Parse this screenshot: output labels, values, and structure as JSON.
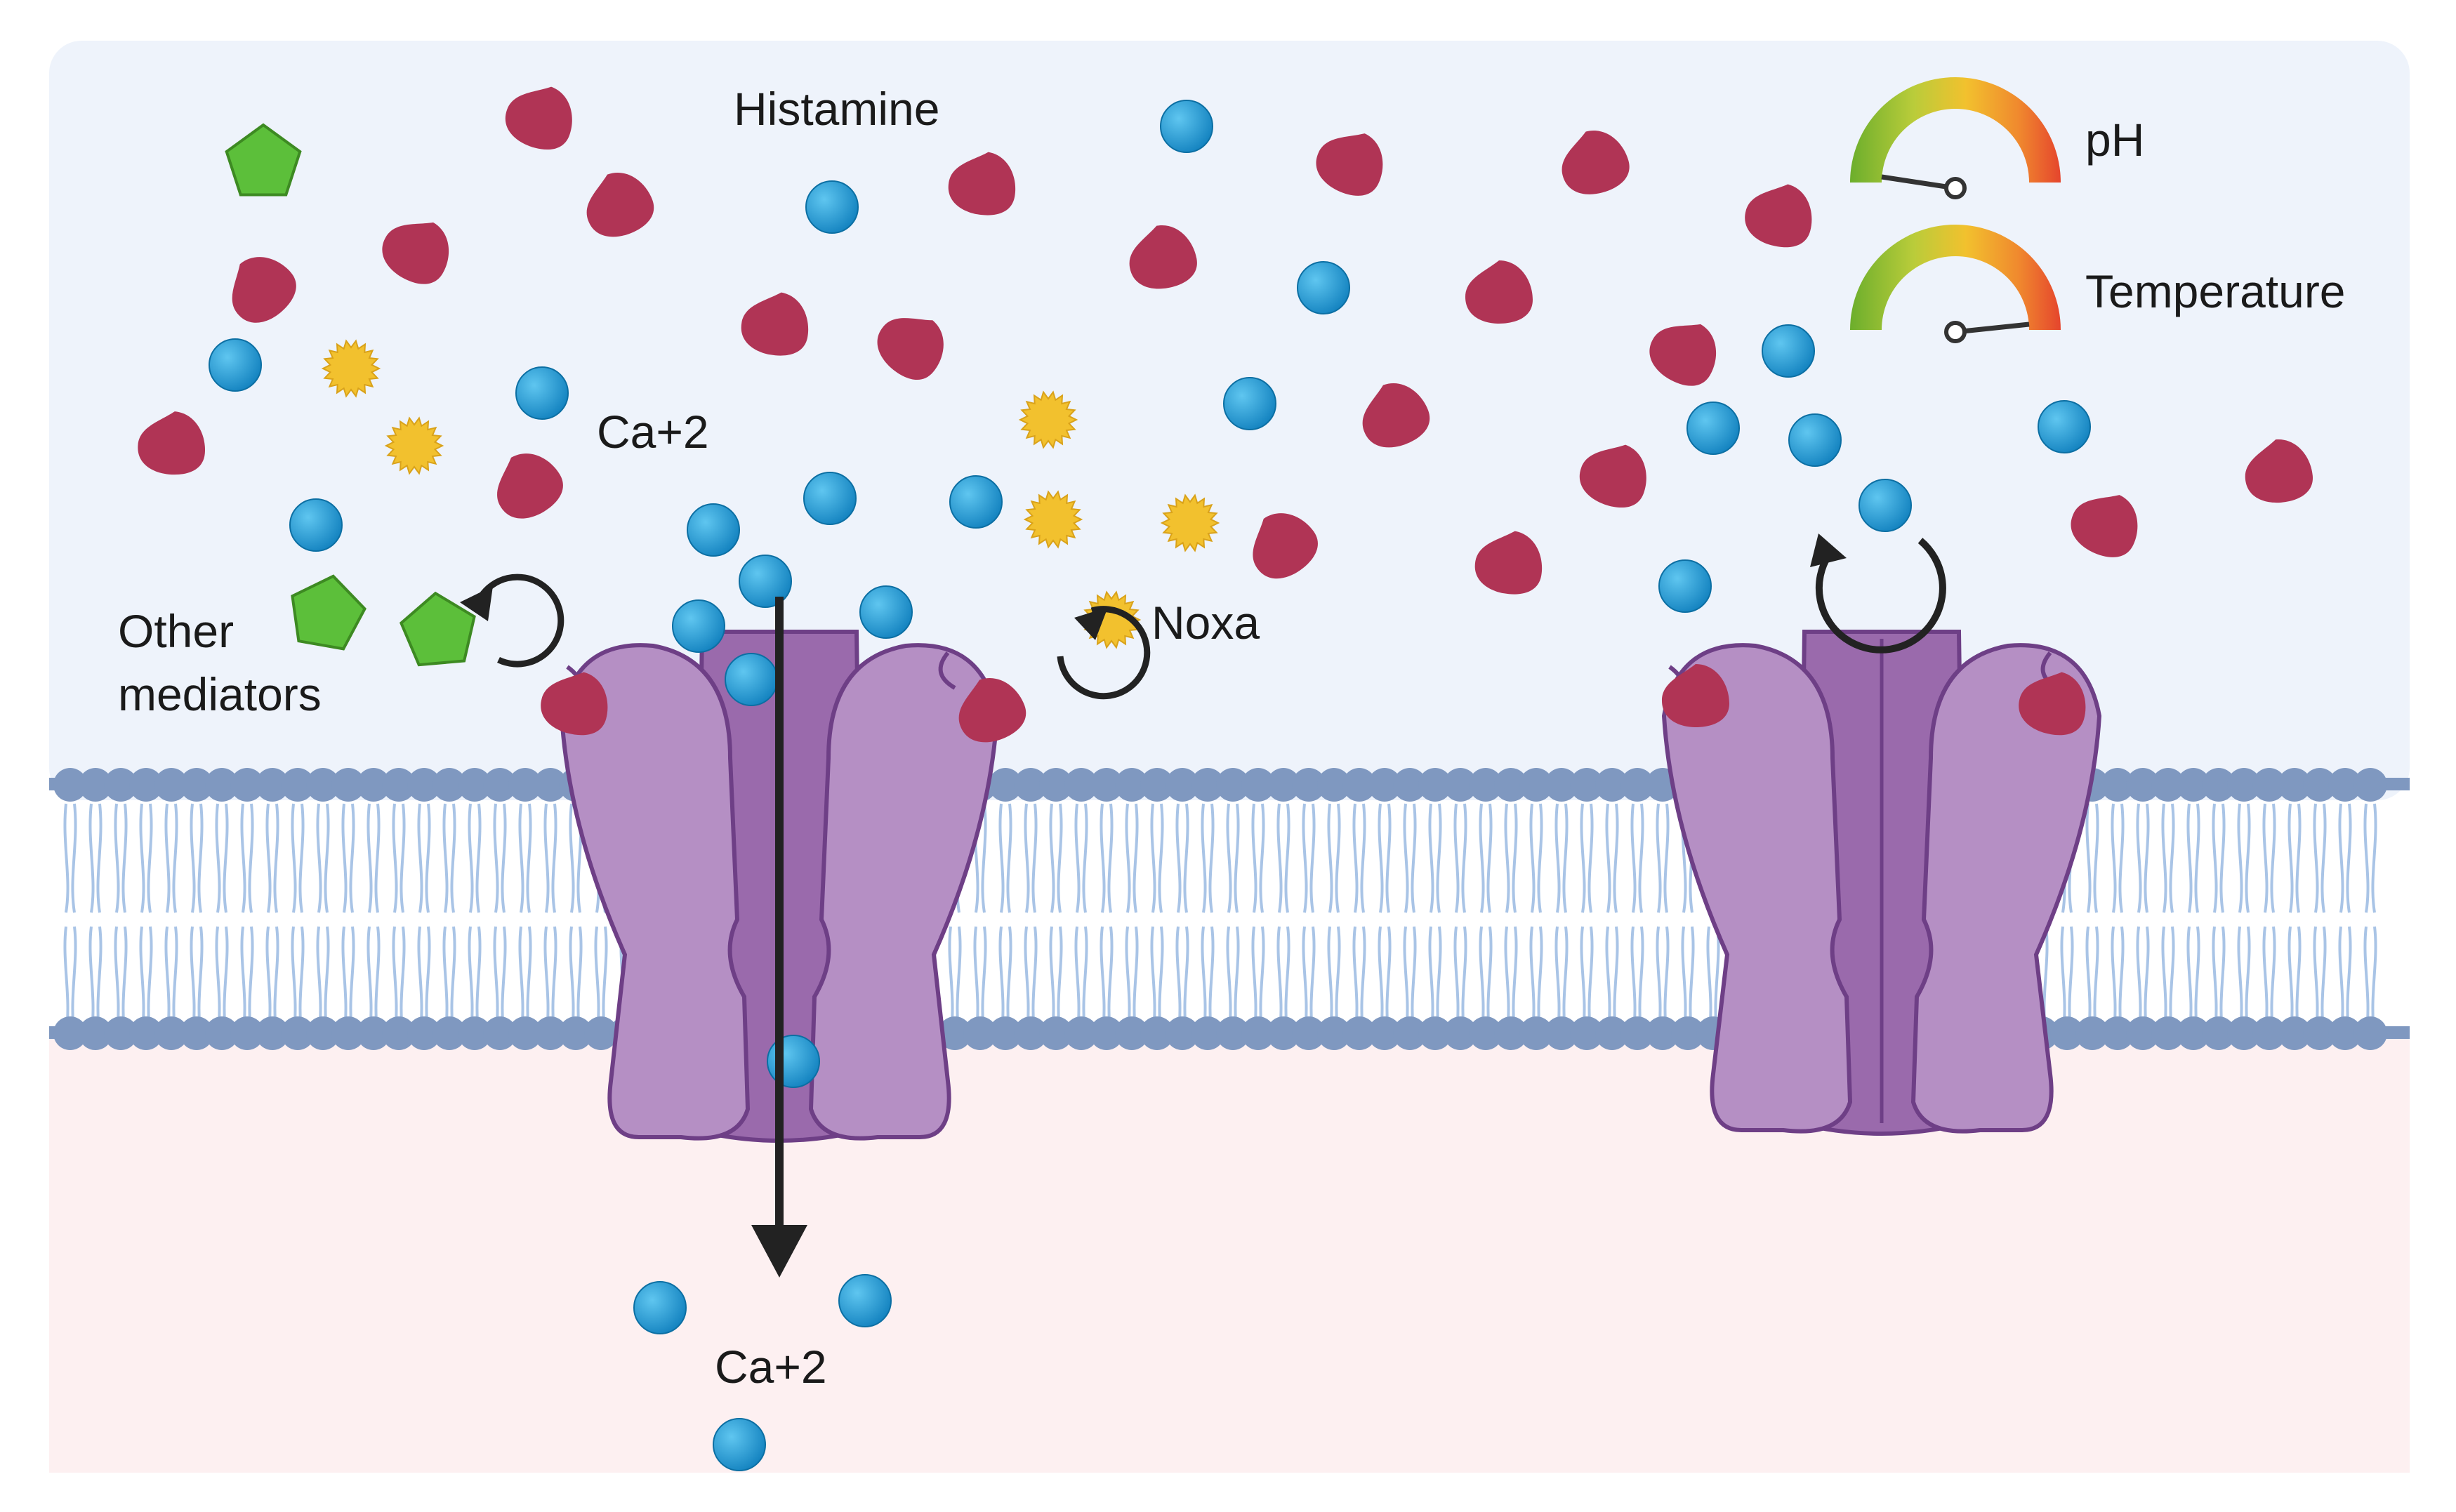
{
  "labels": {
    "histamine": "Histamine",
    "ca_top": "Ca+2",
    "other_mediators_line1": "Other",
    "other_mediators_line2": "mediators",
    "noxa": "Noxa",
    "ph": "pH",
    "temperature": "Temperature",
    "ca_bottom": "Ca+2"
  },
  "colors": {
    "extracellular": "#eef3fb",
    "intracellular": "#fdf0f1",
    "lipid_head": "#7f98c0",
    "lipid_tail": "#a9c4e6",
    "channel_light": "#b58fc4",
    "channel_dark": "#9a6aac",
    "channel_outline": "#6e3f86",
    "histamine": "#b03455",
    "calcium": "#1d9bd6",
    "mediator": "#5cbf3a",
    "noxa": "#f2c12e",
    "arrow": "#222222"
  },
  "icons": {
    "histamine": "histamine-molecule-icon",
    "calcium": "calcium-ion-icon",
    "mediator": "mediator-pentagon-icon",
    "noxa": "noxa-spiky-icon",
    "gauge": "gauge-icon",
    "cycle": "cycle-arrow-icon",
    "flow": "down-arrow-icon"
  }
}
